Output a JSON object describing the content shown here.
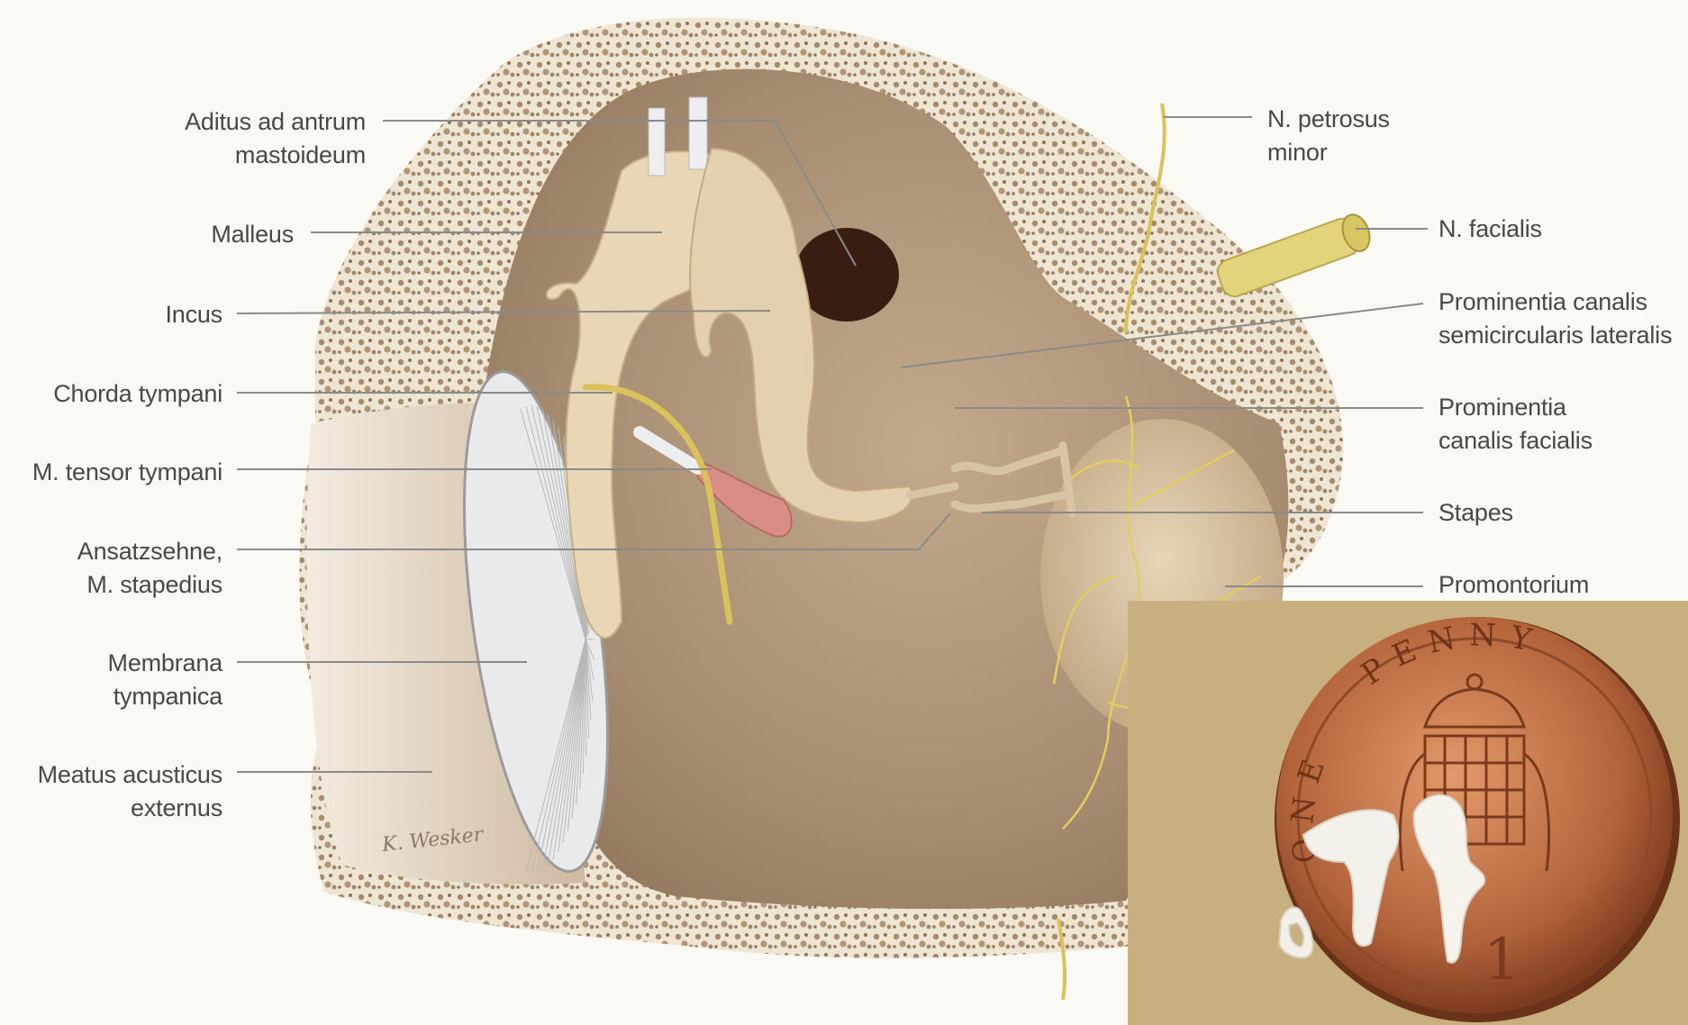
{
  "labels_left": [
    {
      "id": "aditus",
      "lines": [
        "Aditus ad antrum",
        "mastoideum"
      ]
    },
    {
      "id": "malleus",
      "lines": [
        "Malleus"
      ]
    },
    {
      "id": "incus",
      "lines": [
        "Incus"
      ]
    },
    {
      "id": "chorda",
      "lines": [
        "Chorda tympani"
      ]
    },
    {
      "id": "tensor",
      "lines": [
        "M. tensor tympani"
      ]
    },
    {
      "id": "ansatz",
      "lines": [
        "Ansatzsehne,",
        "M. stapedius"
      ]
    },
    {
      "id": "membrana",
      "lines": [
        "Membrana",
        "tympanica"
      ]
    },
    {
      "id": "meatus",
      "lines": [
        "Meatus acusticus",
        "externus"
      ]
    }
  ],
  "labels_right": [
    {
      "id": "petrosus",
      "lines": [
        "N. petrosus",
        "minor"
      ]
    },
    {
      "id": "facialis",
      "lines": [
        "N. facialis"
      ]
    },
    {
      "id": "prom-semi",
      "lines": [
        "Prominentia canalis",
        "semicircularis lateralis"
      ]
    },
    {
      "id": "prom-fac",
      "lines": [
        "Prominentia",
        "canalis facialis"
      ]
    },
    {
      "id": "stapes",
      "lines": [
        "Stapes"
      ]
    },
    {
      "id": "promontorium",
      "lines": [
        "Promontorium"
      ]
    }
  ],
  "coin": {
    "text_top": "PENNY",
    "text_left": "ONE",
    "numeral": "1"
  },
  "signature": "K. Wesker",
  "colors": {
    "bone": "#e9dcc6",
    "cavity": "#b39a7d",
    "ossicle": "#e6d4b4",
    "nerve": "#e0cf62",
    "muscle": "#d98f86",
    "coin": "#b86a3e",
    "photo_bg": "#c9b27e"
  }
}
